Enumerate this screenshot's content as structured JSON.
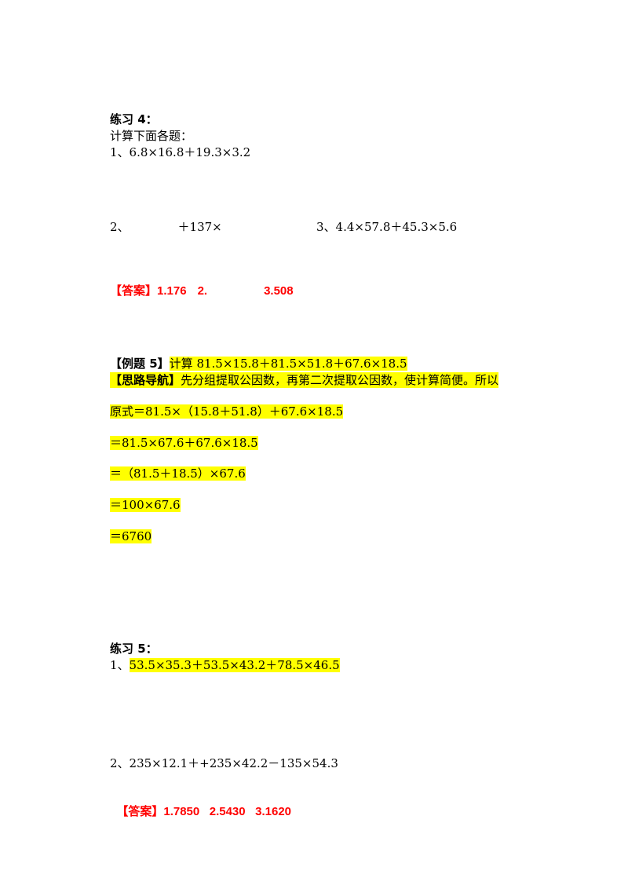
{
  "ex4": {
    "title": "练习 4：",
    "instruction": "计算下面各题：",
    "q1": "1、6.8×16.8＋19.3×3.2",
    "q2_prefix": "2、",
    "q2_middle": "＋137×",
    "q3": "3、4.4×57.8＋45.3×5.6",
    "answer_label": "【答案】",
    "answer_1": "1.176",
    "answer_2": "2.",
    "answer_3": "3.508"
  },
  "example5": {
    "label": "【例题 5】",
    "problem": "计算 81.5×15.8＋81.5×51.8＋67.6×18.5",
    "nav_label": "【思路导航】",
    "nav_text": "先分组提取公因数，再第二次提取公因数，使计算简便。所以",
    "steps": [
      "原式＝81.5×（15.8＋51.8）＋67.6×18.5",
      "＝81.5×67.6＋67.6×18.5",
      "＝（81.5＋18.5）×67.6",
      "＝100×67.6",
      "＝6760"
    ]
  },
  "ex5": {
    "title": "练习 5：",
    "q1_prefix": "1、",
    "q1_expr": "53.5×35.3＋53.5×43.2＋78.5×46.5",
    "q2": "2、235×12.1＋+235×42.2－135×54.3",
    "answer_label": "【答案】",
    "answers": "1.7850   2.5430   3.1620"
  }
}
